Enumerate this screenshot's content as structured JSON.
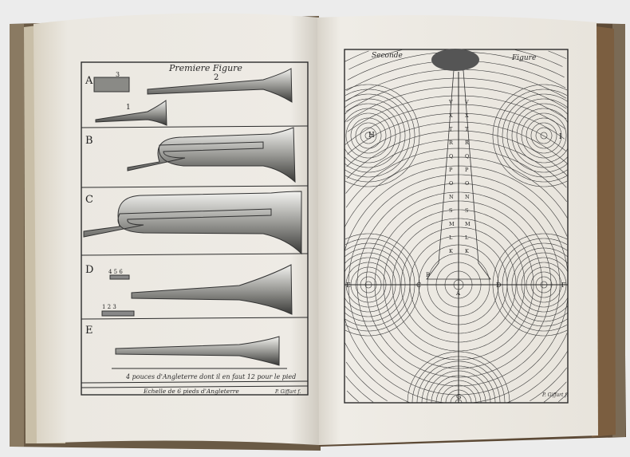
{
  "left_plate": {
    "title": "Premiere Figure",
    "panels": [
      {
        "letter": "A",
        "parts": [
          "3",
          "2",
          "1"
        ]
      },
      {
        "letter": "B"
      },
      {
        "letter": "C"
      },
      {
        "letter": "D",
        "parts": [
          "4 5 6",
          "1 2 3"
        ]
      },
      {
        "letter": "E"
      }
    ],
    "scale_caption": "4 pouces d'Angleterre dont il en faut 12 pour le pied",
    "scale_title": "Echelle de 6 pieds d'Angleterre",
    "signature": "P. Giffart f."
  },
  "right_plate": {
    "title_left": "Seconde",
    "title_right": "Figure",
    "point_labels": {
      "H": "H",
      "I": "I",
      "E": "E",
      "C": "C",
      "D": "D",
      "F": "F",
      "G": "G",
      "A": "A",
      "B": "B"
    },
    "column_letters": [
      "V",
      "X",
      "T",
      "R",
      "Q",
      "P",
      "O",
      "N",
      "S",
      "M",
      "L",
      "K"
    ],
    "signature": "P. Giffart f."
  },
  "colors": {
    "page": "#ebe8e1",
    "ink": "#2b2b2b",
    "spine": "#6b5238",
    "background": "#ececec"
  }
}
